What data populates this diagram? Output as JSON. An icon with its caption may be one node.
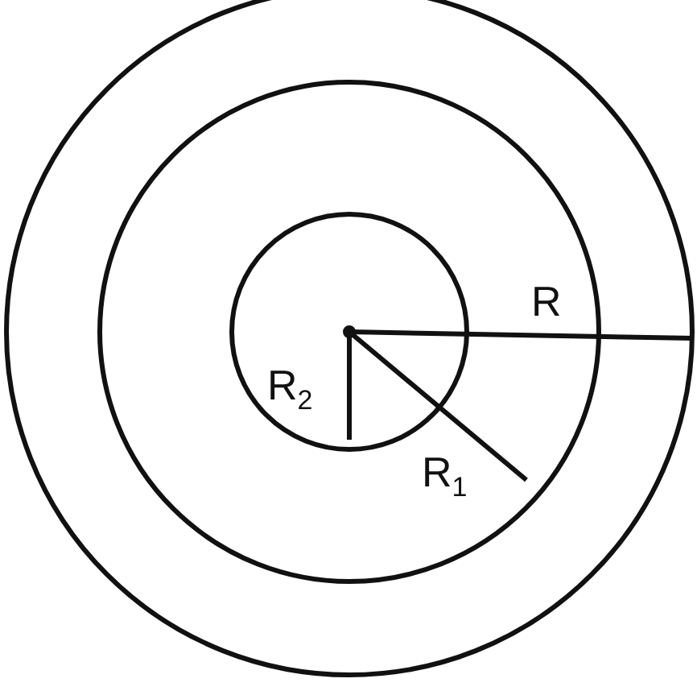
{
  "diagram": {
    "labels": [
      "R",
      "R$_{2}$",
      "R$_{1}$"
    ]
  }
}
